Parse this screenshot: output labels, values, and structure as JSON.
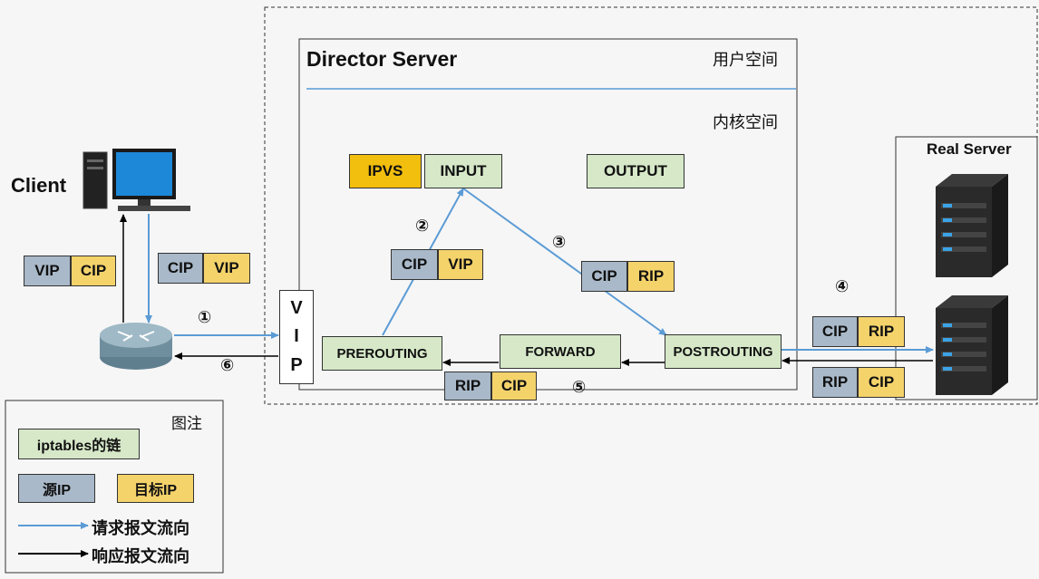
{
  "title": "Director Server",
  "user_space": "用户空间",
  "kernel_space": "内核空间",
  "real_server": "Real Server",
  "client": "Client",
  "chains": {
    "ipvs": "IPVS",
    "input": "INPUT",
    "output": "OUTPUT",
    "prerouting": "PREROUTING",
    "forward": "FORWARD",
    "postrouting": "POSTROUTING"
  },
  "vip_letters": [
    "V",
    "I",
    "P"
  ],
  "pairs": {
    "client_left": [
      "VIP",
      "CIP"
    ],
    "client_right": [
      "CIP",
      "VIP"
    ],
    "step2": [
      "CIP",
      "VIP"
    ],
    "step3": [
      "CIP",
      "RIP"
    ],
    "step5": [
      "RIP",
      "CIP"
    ],
    "rs_top": [
      "CIP",
      "RIP"
    ],
    "rs_bottom": [
      "RIP",
      "CIP"
    ]
  },
  "steps": [
    "①",
    "②",
    "③",
    "④",
    "⑤",
    "⑥"
  ],
  "legend": {
    "title": "图注",
    "chain_label": "iptables的链",
    "source_ip": "源IP",
    "target_ip": "目标IP",
    "request_flow": "请求报文流向",
    "response_flow": "响应报文流向"
  },
  "colors": {
    "chain": "#d6e8c8",
    "source_ip": "#a9b9c9",
    "target_ip": "#f4d36b",
    "ipvs": "#f2bf0e",
    "request_arrow": "#5b9bd5",
    "response_arrow": "#000000"
  }
}
